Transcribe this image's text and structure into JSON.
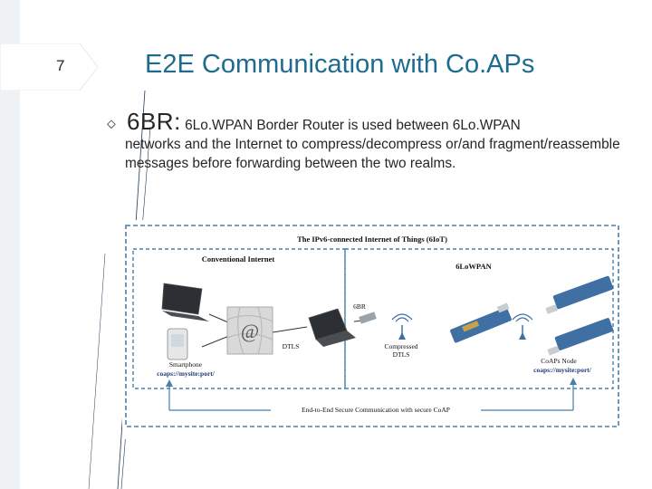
{
  "slide": {
    "number": "7",
    "title": "E2E Communication with Co.APs",
    "bullet": {
      "lead": "6BR:",
      "text_first": " 6Lo.WPAN Border Router is used between 6Lo.WPAN",
      "text_rest": "networks and the Internet to compress/decompress or/and fragment/reassemble messages before forwarding between the two realms."
    }
  },
  "figure": {
    "outer_title": "The IPv6-connected Internet of Things (6IoT)",
    "conventional_internet": "Conventional Internet",
    "lowpan": "6LoWPAN",
    "br_label": "6BR",
    "dtls": "DTLS",
    "compressed_line1": "Compressed",
    "compressed_line2": "DTLS",
    "smartphone_label": "Smartphone",
    "smartphone_uri": "coaps://mysite:port/",
    "node_label": "CoAPs Node",
    "node_uri": "coaps://mysite:port/",
    "e2e_label": "End-to-End Secure Communication with secure CoAP",
    "colors": {
      "title": "#1f6b8f",
      "frame": "#4a7fa8",
      "uri": "#1e3a7a",
      "board": "#3f6fa3"
    }
  }
}
